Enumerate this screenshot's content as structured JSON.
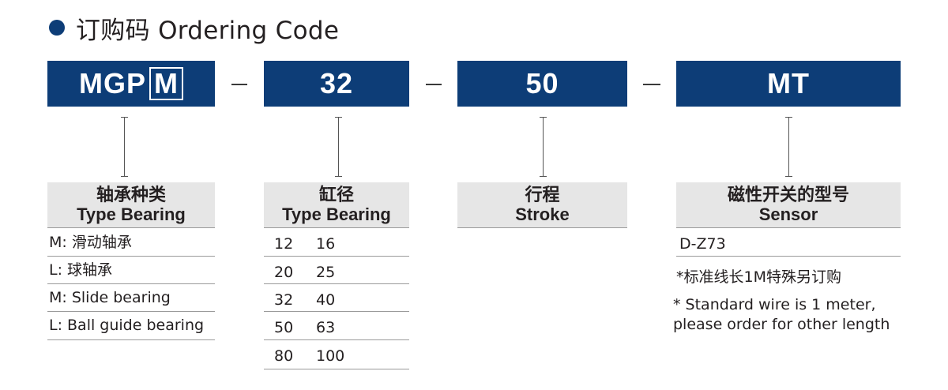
{
  "heading": {
    "cn": "订购码",
    "en": "Ordering Code"
  },
  "codes": [
    {
      "prefix": "MGP",
      "boxed": "M"
    },
    {
      "text": "32"
    },
    {
      "text": "50"
    },
    {
      "text": "MT"
    }
  ],
  "columns": {
    "bearing": {
      "title_cn": "轴承种类",
      "title_en": "Type Bearing",
      "items": [
        "M: 滑动轴承",
        "L: 球轴承",
        "M: Slide bearing",
        "L: Ball guide bearing"
      ]
    },
    "bore": {
      "title_cn": "缸径",
      "title_en": "Type Bearing",
      "rows": [
        [
          "12",
          "16"
        ],
        [
          "20",
          "25"
        ],
        [
          "32",
          "40"
        ],
        [
          "50",
          "63"
        ],
        [
          "80",
          "100"
        ]
      ]
    },
    "stroke": {
      "title_cn": "行程",
      "title_en": "Stroke"
    },
    "sensor": {
      "title_cn": "磁性开关的型号",
      "title_en": "Sensor",
      "model": "D-Z73",
      "note_cn": "*标准线长1M特殊另订购",
      "note_en_1": "* Standard wire is 1 meter,",
      "note_en_2": "please order for other length"
    }
  },
  "colors": {
    "navy": "#0d3d77",
    "label_bg": "#e6e6e6"
  }
}
